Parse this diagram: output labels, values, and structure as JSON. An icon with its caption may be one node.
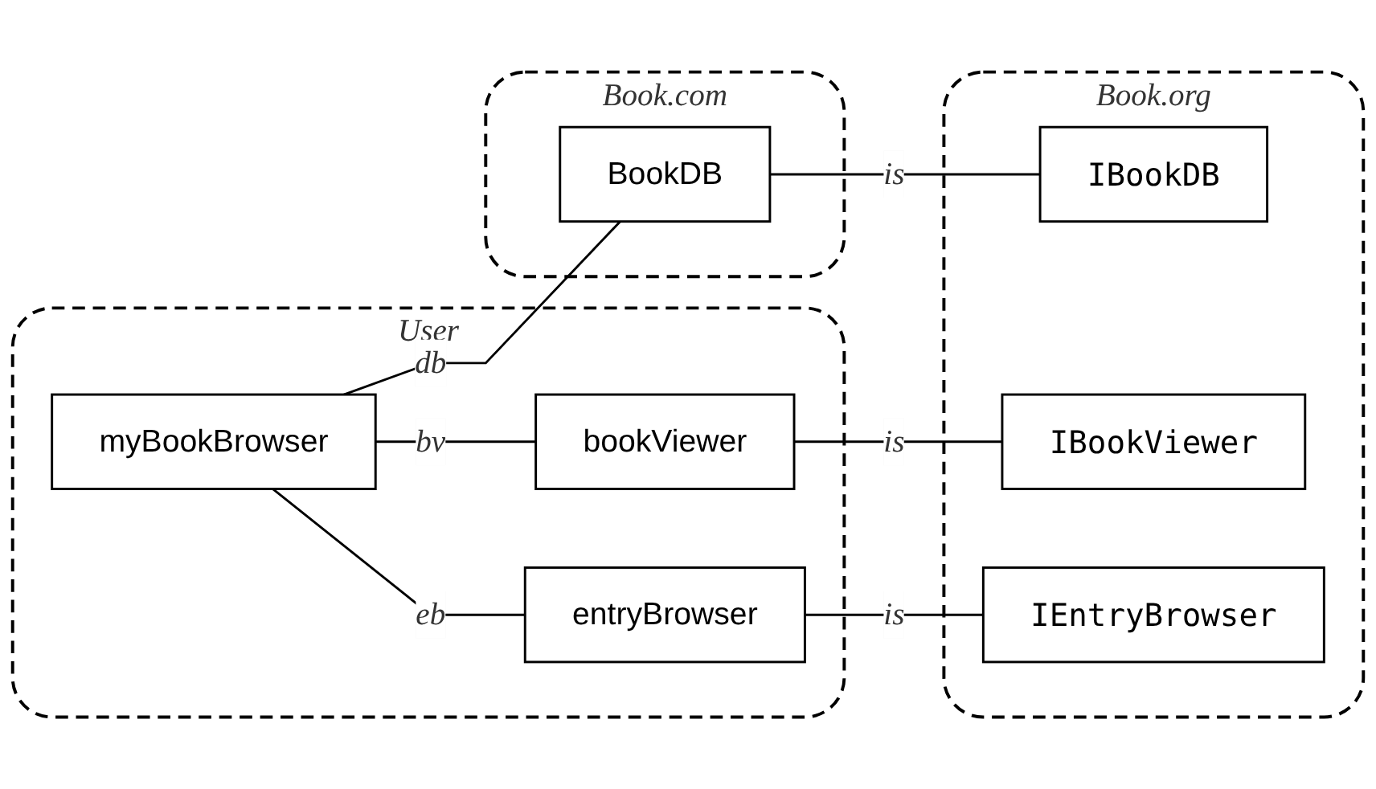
{
  "diagram": {
    "nodes": [
      {
        "text": [
          "User"
        ]
      },
      {
        "text": [
          "myBookBrowser"
        ],
        "in": 0
      },
      {
        "text": [
          "bookViewer"
        ],
        "in": 0
      },
      {
        "text": [
          "entryBrowser"
        ],
        "in": 0
      },
      {
        "text": [
          "Book.com"
        ]
      },
      {
        "text": [
          "BookDB"
        ],
        "in": 4
      },
      {
        "text": [
          "Book.org"
        ]
      },
      {
        "text": [
          "IBookDB"
        ],
        "in": 6
      },
      {
        "text": [
          "IBookViewer"
        ],
        "in": 6
      },
      {
        "text": [
          "IEntryBrowser"
        ],
        "in": 6
      }
    ],
    "edges": [
      {
        "from": 1,
        "to": 5,
        "arrow": "none",
        "label": "db"
      },
      {
        "from": 1,
        "to": 2,
        "arrow": "none",
        "label": "bv"
      },
      {
        "from": 1,
        "to": 3,
        "arrow": "none",
        "label": "eb"
      },
      {
        "from": 5,
        "to": 7,
        "arrow": "none",
        "label": "is"
      },
      {
        "from": 2,
        "to": 8,
        "arrow": "none",
        "label": "is"
      },
      {
        "from": 3,
        "to": 9,
        "arrow": "none",
        "label": "is"
      }
    ]
  }
}
